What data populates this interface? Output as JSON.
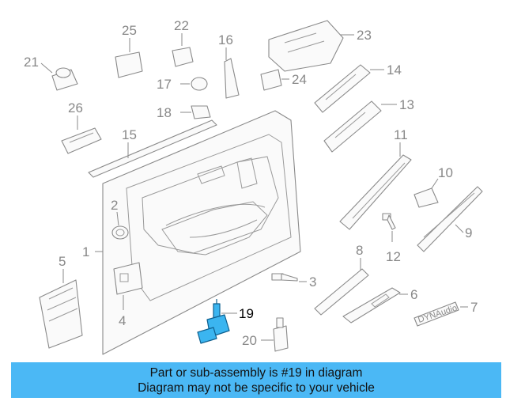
{
  "diagram": {
    "highlighted_part": "19",
    "callouts": [
      "1",
      "2",
      "3",
      "4",
      "5",
      "6",
      "7",
      "8",
      "9",
      "10",
      "11",
      "12",
      "13",
      "14",
      "15",
      "16",
      "17",
      "18",
      "19",
      "20",
      "21",
      "22",
      "23",
      "24",
      "25",
      "26"
    ],
    "brand_badge": "DYNAudio",
    "colors": {
      "highlight": "#3bb5f0",
      "banner": "#4bb8f5",
      "linework": "#8a8a8a"
    }
  },
  "banner": {
    "line1": "Part or sub-assembly is #19 in diagram",
    "line2": "Diagram may not be specific to your vehicle"
  }
}
